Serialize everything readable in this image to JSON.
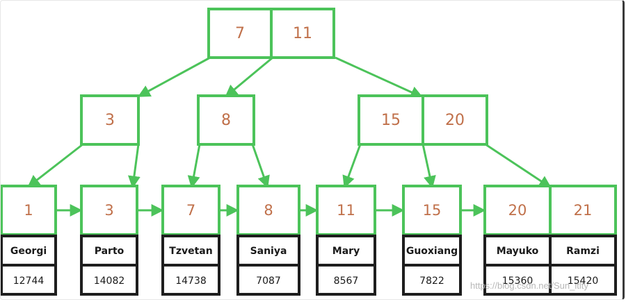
{
  "colors": {
    "green": "#4cc35a",
    "key_text": "#c0704a",
    "record_border": "#1e1e1e",
    "record_text": "#1a1a1a"
  },
  "root": {
    "keys": [
      "7",
      "11"
    ]
  },
  "internal": [
    {
      "keys": [
        "3"
      ]
    },
    {
      "keys": [
        "8"
      ]
    },
    {
      "keys": [
        "15",
        "20"
      ]
    }
  ],
  "leaves": [
    {
      "keys": [
        "1"
      ],
      "records": [
        {
          "name": "Georgi",
          "value": "12744"
        }
      ]
    },
    {
      "keys": [
        "3"
      ],
      "records": [
        {
          "name": "Parto",
          "value": "14082"
        }
      ]
    },
    {
      "keys": [
        "7"
      ],
      "records": [
        {
          "name": "Tzvetan",
          "value": "14738"
        }
      ]
    },
    {
      "keys": [
        "8"
      ],
      "records": [
        {
          "name": "Saniya",
          "value": "7087"
        }
      ]
    },
    {
      "keys": [
        "11"
      ],
      "records": [
        {
          "name": "Mary",
          "value": "8567"
        }
      ]
    },
    {
      "keys": [
        "15"
      ],
      "records": [
        {
          "name": "Guoxiang",
          "value": "7822"
        }
      ]
    },
    {
      "keys": [
        "20",
        "21"
      ],
      "records": [
        {
          "name": "Mayuko",
          "value": "15360"
        },
        {
          "name": "Ramzi",
          "value": "15420"
        }
      ]
    }
  ],
  "watermark": "https://blog.csdn.net/Sun_itlty"
}
